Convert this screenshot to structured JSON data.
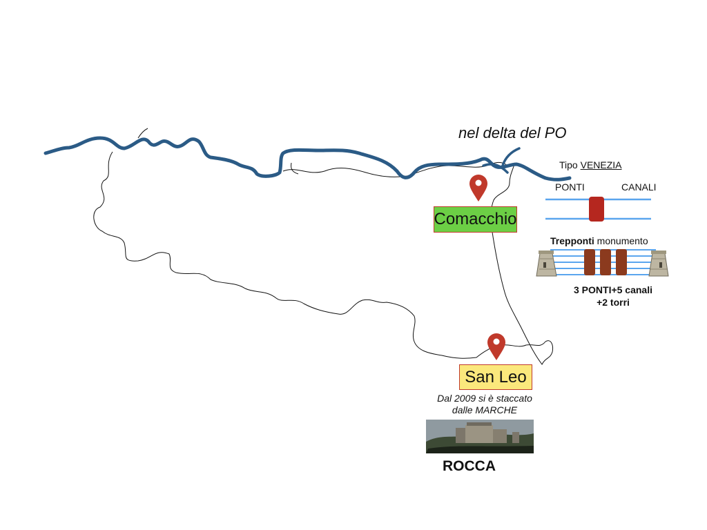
{
  "title": "nel delta del PO",
  "type_label_prefix": "Tipo",
  "type_label_link": "VENEZIA",
  "ponti_label": "PONTI",
  "canali_label": "CANALI",
  "cities": [
    {
      "name": "Comacchio",
      "fill": "#6ccf45"
    },
    {
      "name": "San Leo",
      "fill": "#fbe87c"
    }
  ],
  "trepponti_bold": "Trepponti",
  "trepponti_rest": "monumento",
  "bridges_line1": "3 PONTI+5 canali",
  "bridges_line2": "+2 torri",
  "san_leo_note_line1": "Dal 2009 si è staccato",
  "san_leo_note_line2": "dalle MARCHE",
  "rocca_label": "ROCCA",
  "colors": {
    "river": "#2b5b86",
    "border": "#111111",
    "canal": "#5aa5ee",
    "single_bridge": "#b5271f",
    "trepponti_bridge": "#8b3a1e",
    "marker": "#c0392b"
  },
  "icons": [
    "location-pin-icon",
    "tower-icon",
    "fortress-image"
  ]
}
